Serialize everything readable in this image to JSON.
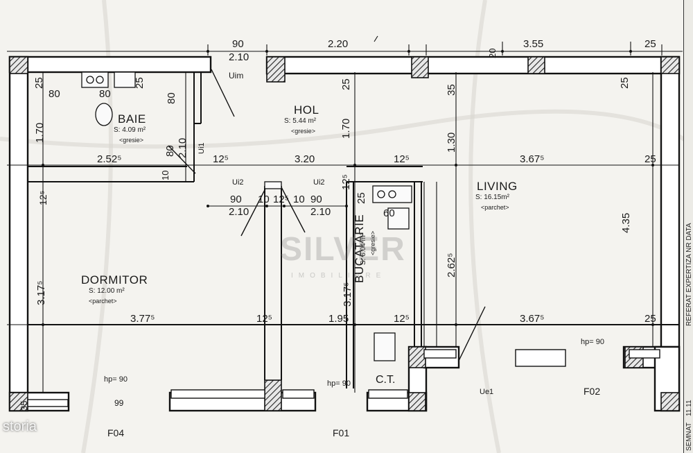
{
  "rooms": {
    "baie": {
      "name": "BAIE",
      "area": "S: 4.09 m²",
      "floor": "<gresie>"
    },
    "hol": {
      "name": "HOL",
      "area": "S: 5.44 m²",
      "floor": "<gresie>"
    },
    "living": {
      "name": "LIVING",
      "area": "S: 16.15m²",
      "floor": "<parchet>"
    },
    "dormitor": {
      "name": "DORMITOR",
      "area": "S: 12.00 m²",
      "floor": "<parchet>"
    },
    "bucatarie": {
      "name": "BUCATARIE",
      "area": "S: 6.04 m²",
      "floor": "<gresie>"
    }
  },
  "doors": {
    "uim": "Uim",
    "ui1": "Ui1",
    "ui2_left": "Ui2",
    "ui2_right": "Ui2",
    "ue1": "Ue1"
  },
  "facades": {
    "f01": "F01",
    "f02": "F02",
    "f04": "F04"
  },
  "ct": "C.T.",
  "hp": {
    "left": "hp= 90",
    "center": "hp= 90",
    "right": "hp= 90"
  },
  "dims": {
    "top_90": "90",
    "top_210": "2.10",
    "top_220": "2.20",
    "top_20": "20",
    "top_355": "3.55",
    "top_25r": "25",
    "baie_25": "25",
    "baie_80a": "80",
    "baie_80b": "80",
    "baie_25b": "25",
    "baie_80v": "80",
    "baie_210v": "2.10",
    "baie_80v2": "80",
    "baie_170": "1.70",
    "baie_10": "10",
    "hol_25": "25",
    "hol_170": "1.70",
    "hol_35": "35",
    "hol_130": "1.30",
    "liv_25": "25",
    "mid_2525": "2.52⁵",
    "mid_125a": "12⁵",
    "mid_320": "3.20",
    "mid_125b": "12⁵",
    "mid_125c": "12⁵",
    "mid_3675": "3.67⁵",
    "mid_25": "25",
    "door_90a": "90",
    "door_210a": "2.10",
    "door_10": "10",
    "door_125": "12⁵",
    "door_10b": "10",
    "door_90b": "90",
    "door_210b": "2.10",
    "buc_25": "25",
    "buc_60": "60",
    "dorm_125": "12⁵",
    "dorm_3175": "3.17⁵",
    "buc_3175": "3.17⁵",
    "liv_2625": "2.62⁵",
    "liv_435": "4.35",
    "bot_3775": "3.77⁵",
    "bot_125a": "12⁵",
    "bot_195": "1.95",
    "bot_125b": "12⁵",
    "bot_3675": "3.67⁵",
    "bot_25": "25",
    "bot_35": "35",
    "bot_99": "99"
  },
  "watermark": {
    "main": "SILVER",
    "sub": "IMOBILIARE"
  },
  "source": "storia",
  "margin": {
    "line1": "REFERAT EXPERTIZA NR DATA",
    "line2": "SEMNAT",
    "line3": "11.11"
  }
}
